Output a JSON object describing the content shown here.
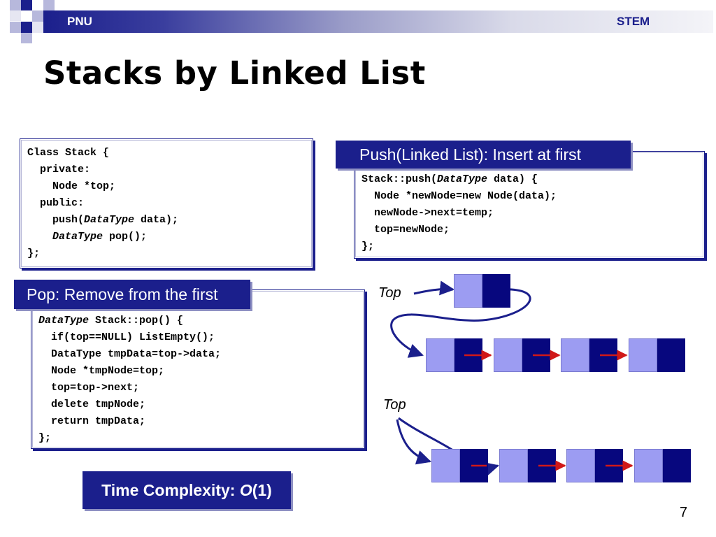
{
  "header": {
    "left_label": "PNU",
    "right_label": "STEM"
  },
  "title": "Stacks by Linked List",
  "class_box": {
    "lines": [
      [
        "Class Stack {"
      ],
      [
        "  private:"
      ],
      [
        "    Node *top;"
      ],
      [
        "  public:"
      ],
      [
        "    push(",
        {
          "i": "DataType"
        },
        " data);"
      ],
      [
        "    ",
        {
          "i": "DataType"
        },
        " pop();"
      ],
      [
        "};"
      ]
    ]
  },
  "push_box": {
    "heading": "Push(Linked List): Insert at first",
    "lines": [
      [
        "Stack::push(",
        {
          "i": "DataType"
        },
        " data) {"
      ],
      [
        "  Node *newNode=new Node(data);"
      ],
      [
        "  newNode->next=temp;"
      ],
      [
        "  top=newNode;"
      ],
      [
        "};"
      ]
    ]
  },
  "pop_box": {
    "heading": "Pop: Remove from the first",
    "lines": [
      [
        {
          "i": "DataType"
        },
        " Stack::pop() {"
      ],
      [
        "  if(top==NULL) ListEmpty();"
      ],
      [
        "  DataType tmpData=top->data;"
      ],
      [
        "  Node *tmpNode=top;"
      ],
      [
        "  top=top->next;"
      ],
      [
        "  delete tmpNode;"
      ],
      [
        "  return tmpData;"
      ],
      [
        "};"
      ]
    ]
  },
  "time_complexity": {
    "prefix": "Time Complexity: ",
    "big_o": "O",
    "suffix": "(1)"
  },
  "diagram": {
    "top_label_1": "Top",
    "top_label_2": "Top"
  },
  "page_number": "7",
  "colors": {
    "accent": "#1b1f8c",
    "node_light": "#9c9cf2",
    "node_dark": "#07077e",
    "arrow_red": "#d01818"
  }
}
